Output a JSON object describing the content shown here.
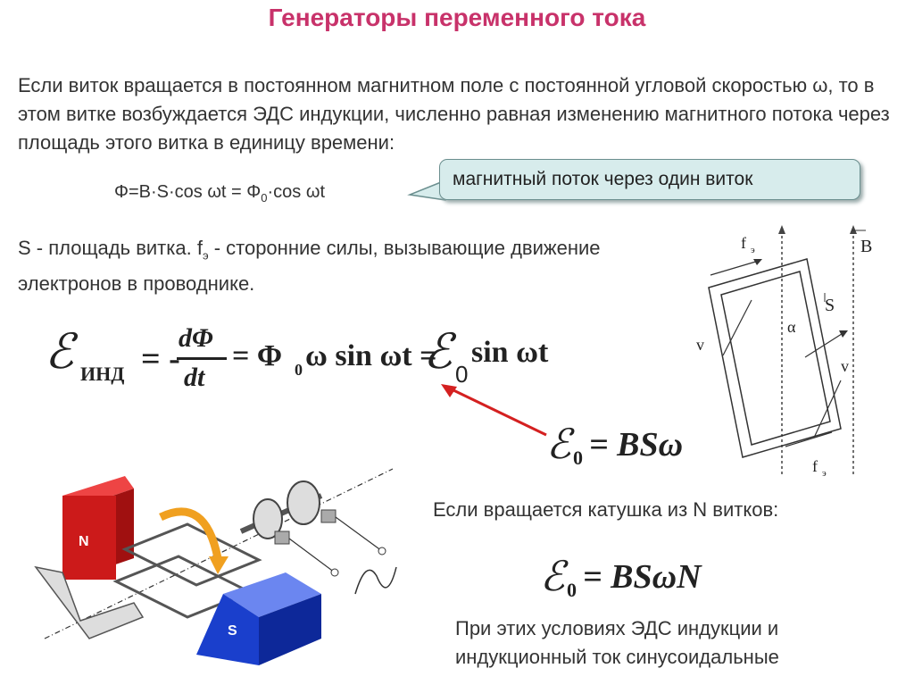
{
  "title": "Генераторы переменного тока",
  "intro": "Если виток вращается в постоянном магнитном поле с постоянной угловой скоростью ω, то в этом витке возбуждается ЭДС индукции, численно равная изменению магнитного потока через площадь этого витка в единицу времени:",
  "flux_formula": {
    "left": "Φ=B·S·cos ωt = Φ",
    "sub": "0",
    "right": "·cos ωt"
  },
  "callout": "магнитный поток через один виток",
  "definition": "S - площадь витка. f",
  "definition_sub": "э",
  "definition_rest": " - сторонние силы, вызывающие движение электронов в проводнике.",
  "emf_equation": {
    "symbol": "ℰ",
    "sub": "ИНД",
    "equals_minus": "= -",
    "numerator": "dΦ",
    "denominator": "dt",
    "middle": "= Φ",
    "middle_sub": "0",
    "middle_rest": "ω sin ωt = ",
    "symbol2": "ℰ",
    "sub2": "0",
    "tail": "sin ωt"
  },
  "amplitude": {
    "symbol": "ℰ",
    "sub": "0",
    "rhs": "= BSω"
  },
  "coil_text": "Если вращается катушка из N витков:",
  "amplitude_n": {
    "symbol": "ℰ",
    "sub": "0",
    "rhs": "= BSωN"
  },
  "conclusion": "При этих условиях ЭДС индукции и индукционный ток синусоидальные",
  "diagram": {
    "label_B": "B",
    "label_S": "S",
    "label_alpha": "α",
    "label_v1": "v",
    "label_v2": "v",
    "label_f1": "f",
    "label_f2": "f",
    "label_f_sub": "э"
  },
  "generator": {
    "label_N": "N",
    "label_S": "S"
  },
  "colors": {
    "title": "#c8326a",
    "callout_bg": "#d7ecec",
    "arrow": "#d42020",
    "magnet_N": "#cc1a1a",
    "magnet_S": "#1a3fcc",
    "rotation_arrow": "#f0a020"
  }
}
